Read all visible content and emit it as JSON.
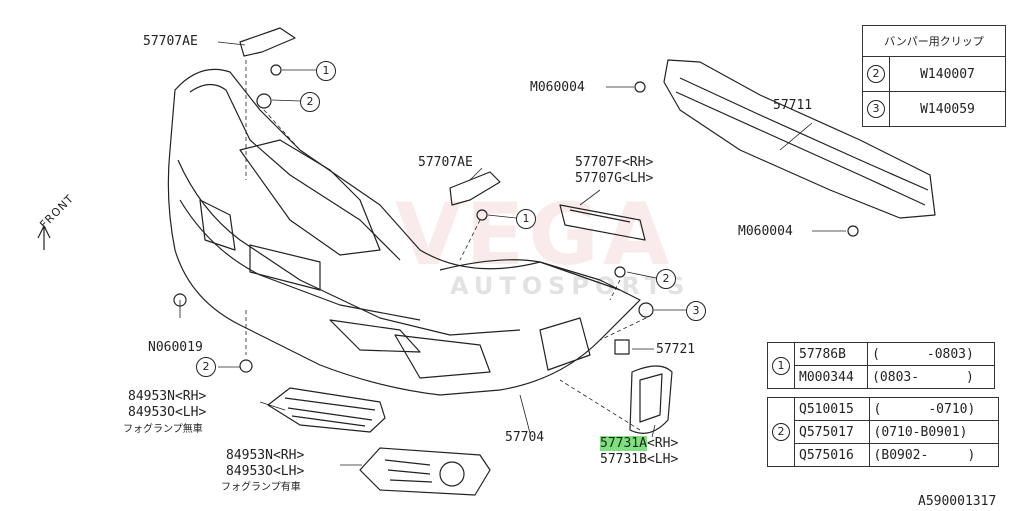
{
  "watermark": {
    "brand": "VEGA",
    "subtitle": "AUTOSPORTS"
  },
  "direction": "FRONT",
  "parts": {
    "p57707AE_top": "57707AE",
    "p57707AE_mid": "57707AE",
    "m060004_top": "M060004",
    "m060004_right": "M060004",
    "p57711": "57711",
    "p57707F": "57707F<RH>",
    "p57707G": "57707G<LH>",
    "n060019": "N060019",
    "p57721": "57721",
    "p84953N_a": "84953N<RH>",
    "p84953O_a": "84953O<LH>",
    "fog_without": "フォグランプ無車",
    "p84953N_b": "84953N<RH>",
    "p84953O_b": "84953O<LH>",
    "fog_with": "フォグランプ有車",
    "p57704": "57704",
    "p57731A_code": "57731A",
    "p57731A_side": "<RH>",
    "p57731B": "57731B<LH>"
  },
  "callouts": {
    "c1": "1",
    "c2": "2",
    "c3": "3"
  },
  "clip_table": {
    "header": "バンパー用クリップ",
    "rows": [
      {
        "ref": "2",
        "part": "W140007"
      },
      {
        "ref": "3",
        "part": "W140059"
      }
    ]
  },
  "table1": {
    "ref": "1",
    "rows": [
      {
        "part": "57786B",
        "range": "(      -0803)"
      },
      {
        "part": "M000344",
        "range": "(0803-      )"
      }
    ]
  },
  "table2": {
    "ref": "2",
    "rows": [
      {
        "part": "Q510015",
        "range": "(      -0710)"
      },
      {
        "part": "Q575017",
        "range": "(0710-B0901)"
      },
      {
        "part": "Q575016",
        "range": "(B0902-     )"
      }
    ]
  },
  "diagram_id": "A590001317",
  "colors": {
    "line": "#222222",
    "highlight": "#7fe07f",
    "watermark": "#bdbdbd"
  }
}
